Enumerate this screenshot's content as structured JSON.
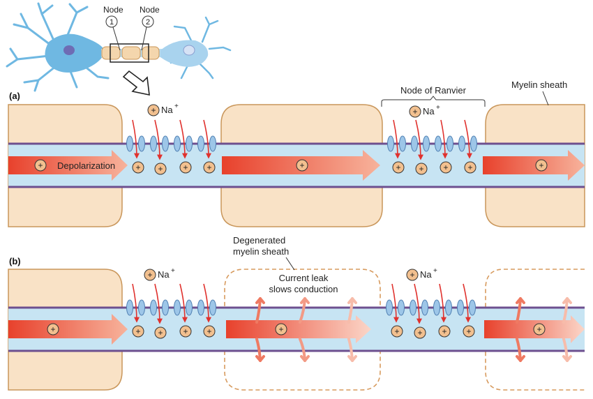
{
  "labels": {
    "node1": "Node",
    "node1_num": "1",
    "node2": "Node",
    "node2_num": "2",
    "panel_a": "(a)",
    "panel_b": "(b)",
    "node_of_ranvier": "Node of Ranvier",
    "myelin_sheath": "Myelin sheath",
    "degenerated_line1": "Degenerated",
    "degenerated_line2": "myelin sheath",
    "current_leak_line1": "Current leak",
    "current_leak_line2": "slows conduction",
    "depolarization": "Depolarization",
    "sodium": "Na",
    "sodium_charge": "+",
    "ion_plus": "+"
  },
  "colors": {
    "myelin_fill": "#f9e2c6",
    "myelin_stroke": "#c9965a",
    "axon_fill": "#c7e4f3",
    "membrane": "#6d4f8f",
    "channel_fill": "#9dc6e8",
    "channel_stroke": "#4f7fb2",
    "arrow_dark": "#e8412c",
    "arrow_light": "#f7b39c",
    "ion_fill": "#f2c08f",
    "sodium_arrow": "#e0322e",
    "neuron": "#6fb8e2",
    "nucleus": "#6e6cb4"
  }
}
